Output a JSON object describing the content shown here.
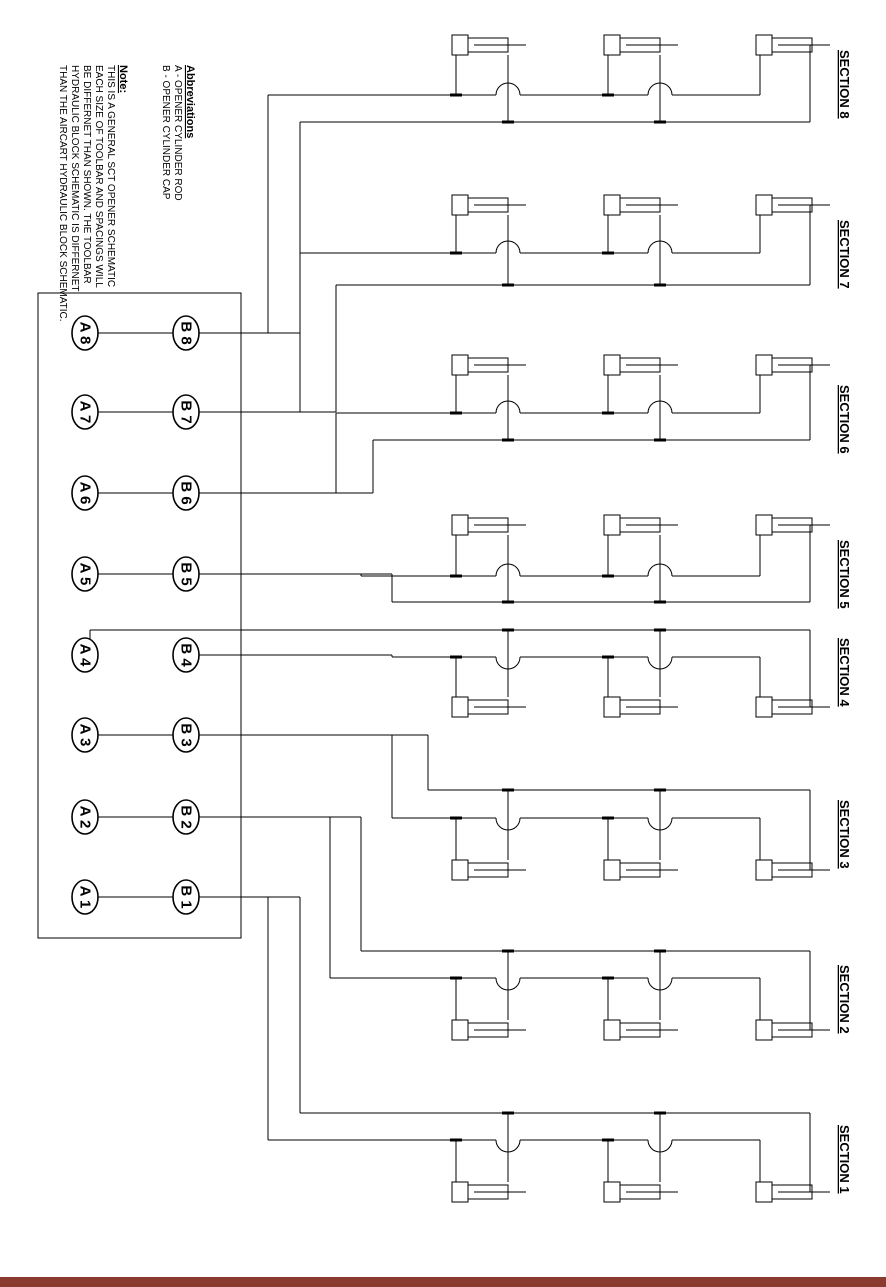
{
  "abbreviations": {
    "heading": "Abbreviations",
    "items": [
      "A - OPENER CYLINDER ROD",
      "B - OPENER CYLINDER CAP"
    ]
  },
  "note": {
    "heading": "Note:",
    "lines": [
      "THIS IS A GENERAL SCT OPENER SCHEMATIC",
      "EACH SIZE OF TOOLBAR AND SPACINGS WILL",
      "BE DIFFERNET THAN SHOWN.  THE TOOLBAR",
      "HYDRAULIC BLOCK SCHEMATIC IS DIFFERNET",
      "THAN THE AIRCART HYDRAULIC BLOCK SCHEMATIC."
    ]
  },
  "ports": {
    "a": [
      "A 8",
      "A 7",
      "A 6",
      "A 5",
      "A 4",
      "A 3",
      "A 2",
      "A 1"
    ],
    "b": [
      "B 8",
      "B 7",
      "B 6",
      "B 5",
      "B 4",
      "B 3",
      "B 2",
      "B 1"
    ]
  },
  "sections": [
    "SECTION 8",
    "SECTION 7",
    "SECTION 6",
    "SECTION 5",
    "SECTION 4",
    "SECTION 3",
    "SECTION 2",
    "SECTION 1"
  ],
  "colors": {
    "line": "#000000",
    "footer_bar": "#8b3a2f"
  }
}
